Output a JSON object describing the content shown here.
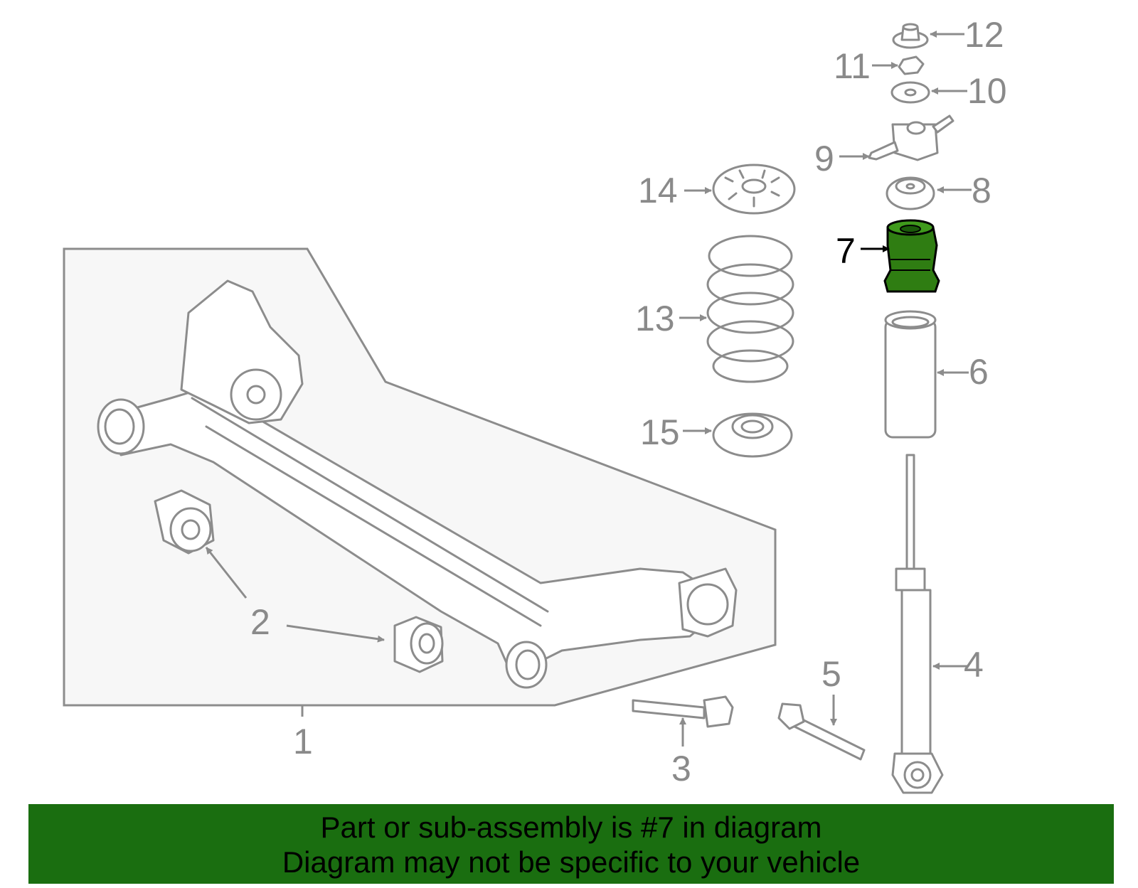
{
  "diagram": {
    "callouts": [
      {
        "id": "1",
        "label": "1"
      },
      {
        "id": "2",
        "label": "2"
      },
      {
        "id": "3",
        "label": "3"
      },
      {
        "id": "4",
        "label": "4"
      },
      {
        "id": "5",
        "label": "5"
      },
      {
        "id": "6",
        "label": "6"
      },
      {
        "id": "7",
        "label": "7",
        "highlighted": true
      },
      {
        "id": "8",
        "label": "8"
      },
      {
        "id": "9",
        "label": "9"
      },
      {
        "id": "10",
        "label": "10"
      },
      {
        "id": "11",
        "label": "11"
      },
      {
        "id": "12",
        "label": "12"
      },
      {
        "id": "13",
        "label": "13"
      },
      {
        "id": "14",
        "label": "14"
      },
      {
        "id": "15",
        "label": "15"
      }
    ],
    "highlight_color": "#2f7d12",
    "line_color": "#8c8c8c"
  },
  "banner": {
    "line1": "Part or sub-assembly is #7 in diagram",
    "line2": "Diagram may not be specific to your vehicle",
    "background": "#1a6e10"
  }
}
